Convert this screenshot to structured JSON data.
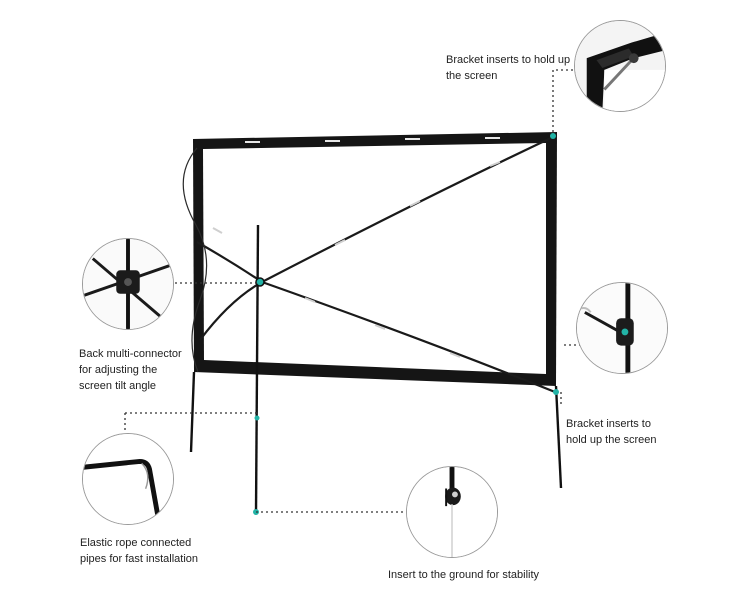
{
  "annotations": {
    "bracket_top": "Bracket inserts to hold up\nthe screen",
    "back_connector": "Back multi-connector\nfor adjusting the\nscreen tilt angle",
    "bracket_right": "Bracket inserts to\nhold up the screen",
    "elastic_rope": "Elastic rope connected\npipes for fast installation",
    "ground_insert": "Insert to the ground for stability"
  },
  "colors": {
    "frame": "#151515",
    "screen": "#ffffff",
    "accent": "#22b3a6",
    "dotted_leader": "#333333"
  },
  "icons": {
    "callout_top_right": "corner-bracket-icon",
    "callout_left": "multi-connector-icon",
    "callout_right": "bracket-joint-icon",
    "callout_bottom_left": "elastic-rope-pipe-icon",
    "callout_bottom": "ground-stake-icon"
  }
}
